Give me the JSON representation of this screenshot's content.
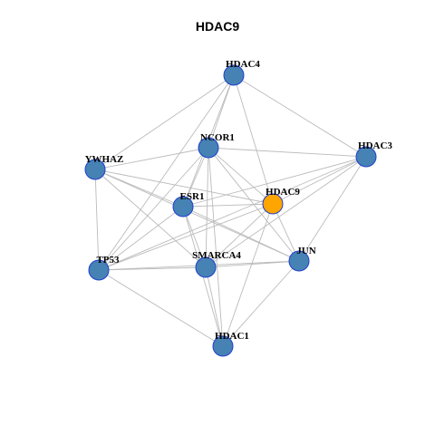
{
  "title": "HDAC9",
  "colors": {
    "node_fill": "#4682b4",
    "node_stroke": "#1f3fcc",
    "highlight_fill": "#ffa500",
    "edge": "#bbbbbb",
    "label": "#000000"
  },
  "nodes": [
    {
      "id": "HDAC4",
      "label": "HDAC4",
      "highlight": false
    },
    {
      "id": "NCOR1",
      "label": "NCOR1",
      "highlight": false
    },
    {
      "id": "HDAC3",
      "label": "HDAC3",
      "highlight": false
    },
    {
      "id": "YWHAZ",
      "label": "YWHAZ",
      "highlight": false
    },
    {
      "id": "ESR1",
      "label": "ESR1",
      "highlight": false
    },
    {
      "id": "HDAC9",
      "label": "HDAC9",
      "highlight": true
    },
    {
      "id": "JUN",
      "label": "JUN",
      "highlight": false
    },
    {
      "id": "TP53",
      "label": "TP53",
      "highlight": false
    },
    {
      "id": "SMARCA4",
      "label": "SMARCA4",
      "highlight": false
    },
    {
      "id": "HDAC1",
      "label": "HDAC1",
      "highlight": false
    }
  ],
  "edges": [
    [
      "HDAC4",
      "HDAC3"
    ],
    [
      "HDAC4",
      "YWHAZ"
    ],
    [
      "HDAC4",
      "NCOR1"
    ],
    [
      "HDAC4",
      "ESR1"
    ],
    [
      "HDAC4",
      "HDAC9"
    ],
    [
      "HDAC4",
      "TP53"
    ],
    [
      "NCOR1",
      "YWHAZ"
    ],
    [
      "NCOR1",
      "HDAC3"
    ],
    [
      "NCOR1",
      "ESR1"
    ],
    [
      "NCOR1",
      "HDAC9"
    ],
    [
      "NCOR1",
      "JUN"
    ],
    [
      "NCOR1",
      "SMARCA4"
    ],
    [
      "NCOR1",
      "TP53"
    ],
    [
      "NCOR1",
      "HDAC1"
    ],
    [
      "HDAC3",
      "ESR1"
    ],
    [
      "HDAC3",
      "HDAC9"
    ],
    [
      "HDAC3",
      "JUN"
    ],
    [
      "HDAC3",
      "SMARCA4"
    ],
    [
      "HDAC3",
      "TP53"
    ],
    [
      "YWHAZ",
      "ESR1"
    ],
    [
      "YWHAZ",
      "HDAC9"
    ],
    [
      "YWHAZ",
      "TP53"
    ],
    [
      "YWHAZ",
      "SMARCA4"
    ],
    [
      "YWHAZ",
      "JUN"
    ],
    [
      "ESR1",
      "HDAC9"
    ],
    [
      "ESR1",
      "JUN"
    ],
    [
      "ESR1",
      "SMARCA4"
    ],
    [
      "ESR1",
      "TP53"
    ],
    [
      "ESR1",
      "HDAC1"
    ],
    [
      "HDAC9",
      "SMARCA4"
    ],
    [
      "HDAC9",
      "JUN"
    ],
    [
      "HDAC9",
      "HDAC1"
    ],
    [
      "HDAC9",
      "TP53"
    ],
    [
      "TP53",
      "SMARCA4"
    ],
    [
      "TP53",
      "JUN"
    ],
    [
      "TP53",
      "HDAC1"
    ],
    [
      "SMARCA4",
      "JUN"
    ],
    [
      "SMARCA4",
      "HDAC1"
    ],
    [
      "JUN",
      "HDAC1"
    ]
  ]
}
